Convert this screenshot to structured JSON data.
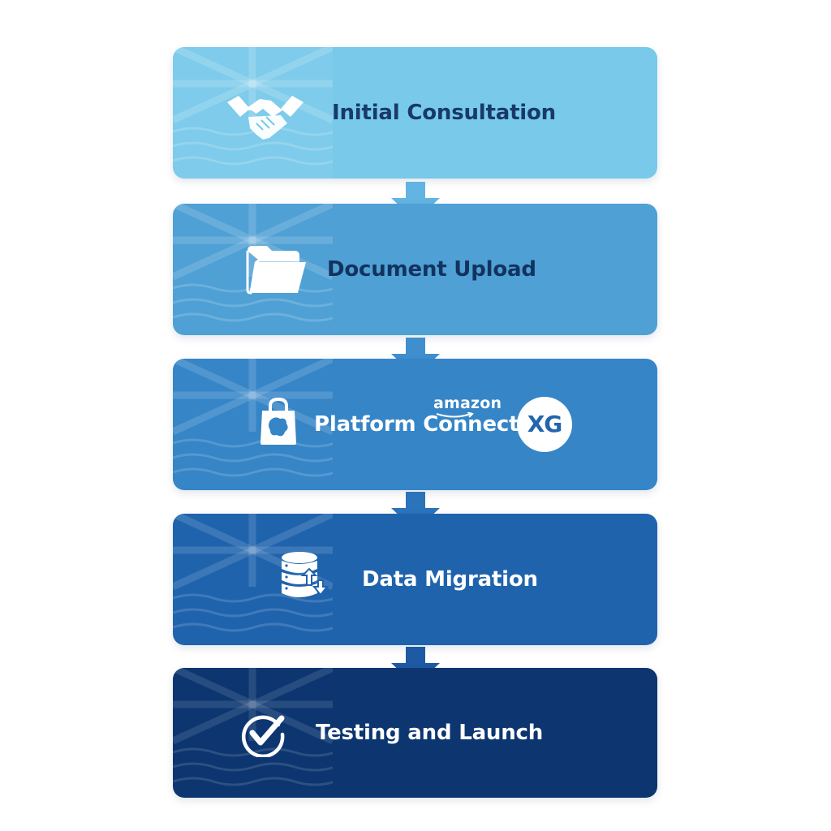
{
  "steps": [
    {
      "label": "Initial Consultation",
      "icon": "handshake-icon",
      "color": "#78c9ea",
      "text_color": "#173a69"
    },
    {
      "label": "Document Upload",
      "icon": "folder-icon",
      "color": "#4fa0d5",
      "text_color": "#12335f"
    },
    {
      "label": "Platform Connection",
      "icon": "shopping-bag-icon",
      "color": "#3585c7",
      "text_color": "#ffffff",
      "brands": {
        "amazon": "amazon",
        "xg": "XG"
      }
    },
    {
      "label": "Data Migration",
      "icon": "database-icon",
      "color": "#2063ad",
      "text_color": "#ffffff"
    },
    {
      "label": "Testing and Launch",
      "icon": "check-circle-icon",
      "color": "#0d3670",
      "text_color": "#ffffff"
    }
  ],
  "arrow_color": "#3a7cc6"
}
